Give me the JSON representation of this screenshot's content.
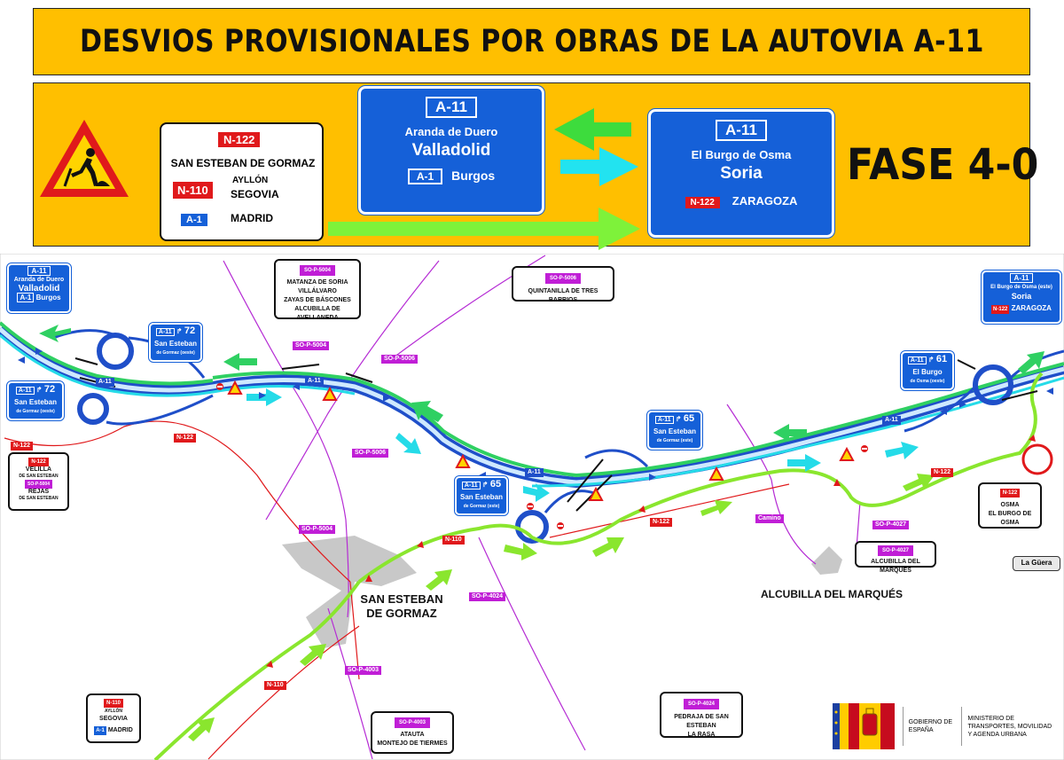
{
  "title": "DESVIOS PROVISIONALES POR OBRAS DE LA AUTOVIA A-11",
  "phase": "FASE 4-0",
  "legend": {
    "white_sign": {
      "n122": "N-122",
      "san_esteban": "SAN ESTEBAN DE GORMAZ",
      "n110": "N-110",
      "ayllon": "AYLLÓN",
      "segovia": "SEGOVIA",
      "a1": "A-1",
      "madrid": "MADRID"
    },
    "west_sign": {
      "a11": "A-11",
      "line1": "Aranda de Duero",
      "line2": "Valladolid",
      "a1": "A-1",
      "burgos": "Burgos"
    },
    "east_sign": {
      "a11": "A-11",
      "line1": "El Burgo de Osma",
      "line2": "Soria",
      "n122": "N-122",
      "zaragoza": "ZARAGOZA"
    },
    "colors": {
      "green_arrow": "#3ddc3d",
      "cyan_arrow": "#22e3f0",
      "lime_arrow": "#7ef23a",
      "blue_sign": "#1560d8",
      "red_plate": "#e0191b",
      "purple_plate": "#c01ed6"
    }
  },
  "map": {
    "signs": {
      "nw": {
        "a11": "A-11",
        "l1": "Aranda de Duero",
        "l2": "Valladolid",
        "a1": "A-1",
        "burgos": "Burgos"
      },
      "ne": {
        "a11": "A-11",
        "l1": "El Burgo de Osma (este)",
        "l2": "Soria",
        "n122": "N-122",
        "zaragoza": "ZARAGOZA"
      },
      "exit72a": {
        "a11": "A-11",
        "num": "72",
        "l1": "San Esteban",
        "l2": "de Gormaz (oeste)"
      },
      "exit72b": {
        "a11": "A-11",
        "num": "72",
        "l1": "San Esteban",
        "l2": "de Gormaz (oeste)"
      },
      "exit65a": {
        "a11": "A-11",
        "num": "65",
        "l1": "San Esteban",
        "l2": "de Gormaz (este)"
      },
      "exit65b": {
        "a11": "A-11",
        "num": "65",
        "l1": "San Esteban",
        "l2": "de Gormaz (este)"
      },
      "exit61": {
        "a11": "A-11",
        "num": "61",
        "l1": "El Burgo",
        "l2": "de Osma (oeste)"
      },
      "matanza": {
        "code": "SO-P-5004",
        "l1": "MATANZA DE SORIA",
        "l2": "VILLÁLVARO",
        "l3": "ZAYAS DE BÁSCONES",
        "l4": "ALCUBILLA DE AVELLANEDA"
      },
      "quintanilla": {
        "code": "SO-P-5006",
        "l1": "QUINTANILLA DE TRES BARRIOS"
      },
      "velilla": {
        "n122": "N-122",
        "l1": "VELILLA",
        "l2": "DE SAN ESTEBAN",
        "code": "SO-P-5004",
        "l3": "REJAS",
        "l4": "DE SAN ESTEBAN"
      },
      "osma": {
        "n122": "N-122",
        "l1": "OSMA",
        "l2": "EL BURGO DE OSMA"
      },
      "alcubilla": {
        "code": "SO-P-4027",
        "l1": "ALCUBILLA DEL MARQUÉS"
      },
      "ayllon": {
        "n110": "N-110",
        "l1": "AYLLÓN",
        "l2": "SEGOVIA",
        "a1": "A-1",
        "l3": "MADRID"
      },
      "atauta": {
        "code": "SO-P-4003",
        "l1": "ATAUTA",
        "l2": "MONTEJO DE TIERMES"
      },
      "pedraja": {
        "code": "SO-P-4024",
        "l1": "PEDRAJA DE SAN ESTEBAN",
        "l2": "LA RASA"
      }
    },
    "road_labels": {
      "a11_a": "A-11",
      "a11_b": "A-11",
      "a11_c": "A-11",
      "a11_d": "A-11",
      "n122_a": "N-122",
      "n122_b": "N-122",
      "n122_c": "N-122",
      "n122_d": "N-122",
      "n110_a": "N-110",
      "n110_b": "N-110",
      "so5004_a": "SO-P-5004",
      "so5004_b": "SO-P-5004",
      "so5006_a": "SO-P-5006",
      "so5006_b": "SO-P-5006",
      "so4024": "SO-P-4024",
      "so4003": "SO-P-4003",
      "so4027": "SO-P-4027",
      "camino": "Camino"
    },
    "towns": {
      "san_esteban": "SAN ESTEBAN DE GORMAZ",
      "alcubilla": "ALCUBILLA DEL MARQUÉS",
      "la_guera": "La Güera"
    }
  },
  "government": {
    "gobierno": "GOBIERNO DE ESPAÑA",
    "ministerio": "MINISTERIO DE TRANSPORTES, MOVILIDAD Y AGENDA URBANA"
  }
}
